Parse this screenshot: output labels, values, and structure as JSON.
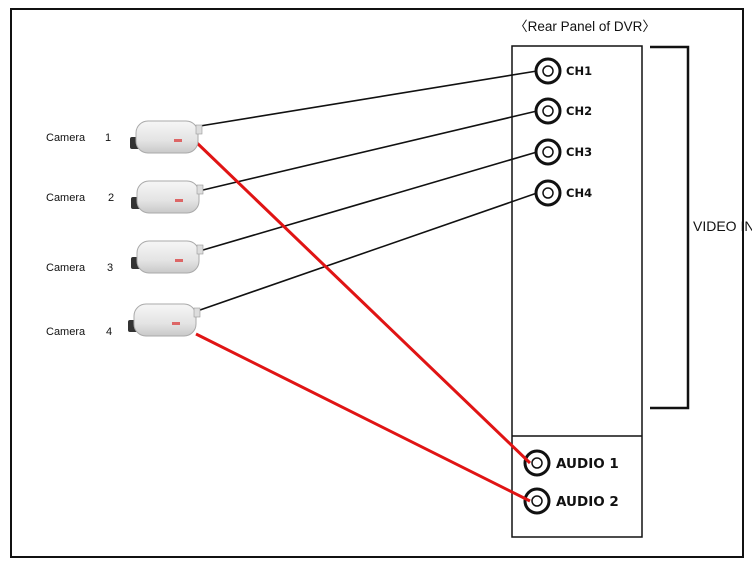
{
  "panel_title": "〈Rear Panel of DVR〉",
  "video_in_label": "VIDEO IN",
  "channels": [
    {
      "label": "CH1"
    },
    {
      "label": "CH2"
    },
    {
      "label": "CH3"
    },
    {
      "label": "CH4"
    }
  ],
  "audio_ports": [
    {
      "label": "AUDIO 1"
    },
    {
      "label": "AUDIO 2"
    }
  ],
  "cameras": [
    {
      "label": "Camera",
      "number": "1",
      "icon": "camera-icon"
    },
    {
      "label": "Camera",
      "number": "2",
      "icon": "camera-icon"
    },
    {
      "label": "Camera",
      "number": "3",
      "icon": "camera-icon"
    },
    {
      "label": "Camera",
      "number": "4",
      "icon": "camera-icon"
    }
  ],
  "colors": {
    "video_cable": "#111111",
    "audio_cable": "#e01414",
    "frame": "#111111",
    "camera_body": "#e9e9e9"
  }
}
